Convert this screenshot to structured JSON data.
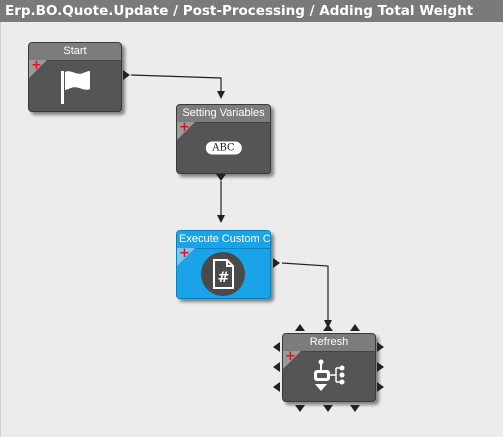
{
  "window": {
    "title": "Erp.BO.Quote.Update / Post-Processing / Adding Total Weight"
  },
  "nodes": {
    "start": {
      "label": "Start",
      "icon": "flag-icon",
      "add_symbol": "+"
    },
    "setting_variables": {
      "label": "Setting Variables",
      "icon_text": "ABC",
      "add_symbol": "+"
    },
    "execute_custom_code": {
      "label": "Execute Custom Co",
      "icon": "code-file-icon",
      "icon_glyph": "#",
      "add_symbol": "+"
    },
    "refresh": {
      "label": "Refresh",
      "icon": "refresh-dataview-icon",
      "add_symbol": "+"
    }
  },
  "colors": {
    "titlebar": "#7a7a7a",
    "canvas": "#ececec",
    "node_dark": "#555555",
    "node_header": "#7c7c7c",
    "node_selected": "#1aa3e8",
    "plus": "#e0141e"
  }
}
